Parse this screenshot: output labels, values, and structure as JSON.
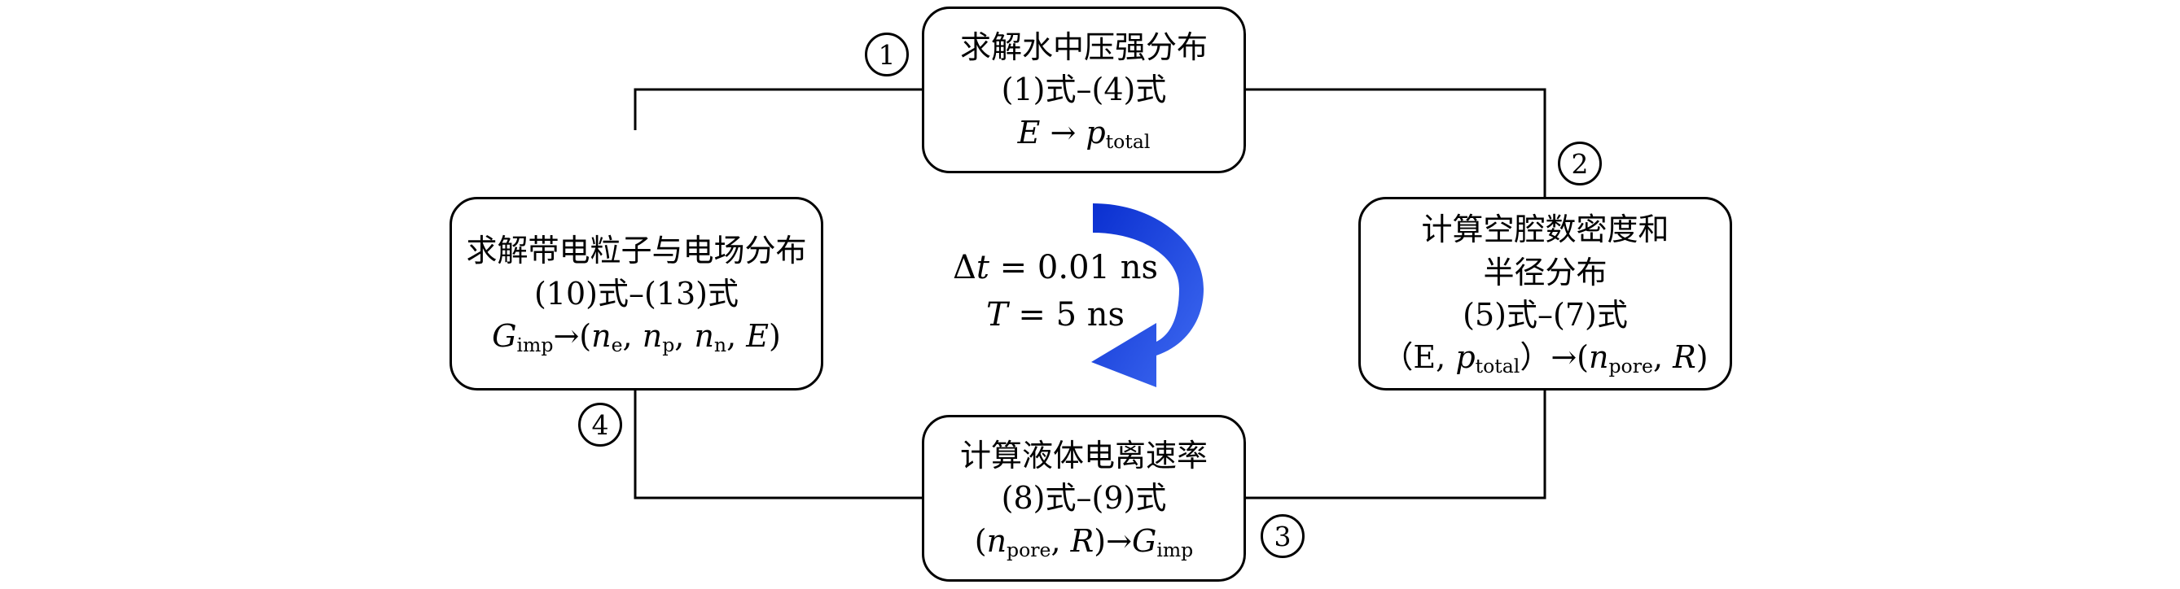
{
  "steps": [
    {
      "number": "1",
      "title": "求解水中压强分布",
      "equations": "(1)式–(4)式",
      "mapping": {
        "input": "E",
        "arrow": "→",
        "output": "p",
        "output_sub": "total"
      }
    },
    {
      "number": "2",
      "title_line1": "计算空腔数密度和",
      "title_line2": "半径分布",
      "equations": "(5)式–(7)式",
      "mapping": {
        "open": "（E, ",
        "p": "p",
        "p_sub": "total",
        "mid": "）→(",
        "n": "n",
        "n_sub": "pore",
        "sep": ", ",
        "r": "R",
        "close": ")"
      }
    },
    {
      "number": "3",
      "title": "计算液体电离速率",
      "equations": "(8)式–(9)式",
      "mapping": {
        "open": "(",
        "n": "n",
        "n_sub": "pore",
        "sep": ", ",
        "r": "R",
        "mid": ")→",
        "g": "G",
        "g_sub": "imp"
      }
    },
    {
      "number": "4",
      "title": "求解带电粒子与电场分布",
      "equations": "(10)式–(13)式",
      "mapping": {
        "g": "G",
        "g_sub": "imp",
        "mid": "→(",
        "ne": "n",
        "ne_sub": "e",
        "sep1": ", ",
        "np": "n",
        "np_sub": "p",
        "sep2": ", ",
        "nn": "n",
        "nn_sub": "n",
        "sep3": ", ",
        "e": "E",
        "close": ")"
      }
    }
  ],
  "center": {
    "timestep": {
      "symbol": "Δ",
      "var": "t",
      "value": " = 0.01 ns"
    },
    "total_time": {
      "var": "T",
      "value": " = 5 ns"
    }
  },
  "colors": {
    "arrow_dark": "#0a2fd0",
    "arrow_light": "#3f6bf2",
    "line": "#000000"
  }
}
